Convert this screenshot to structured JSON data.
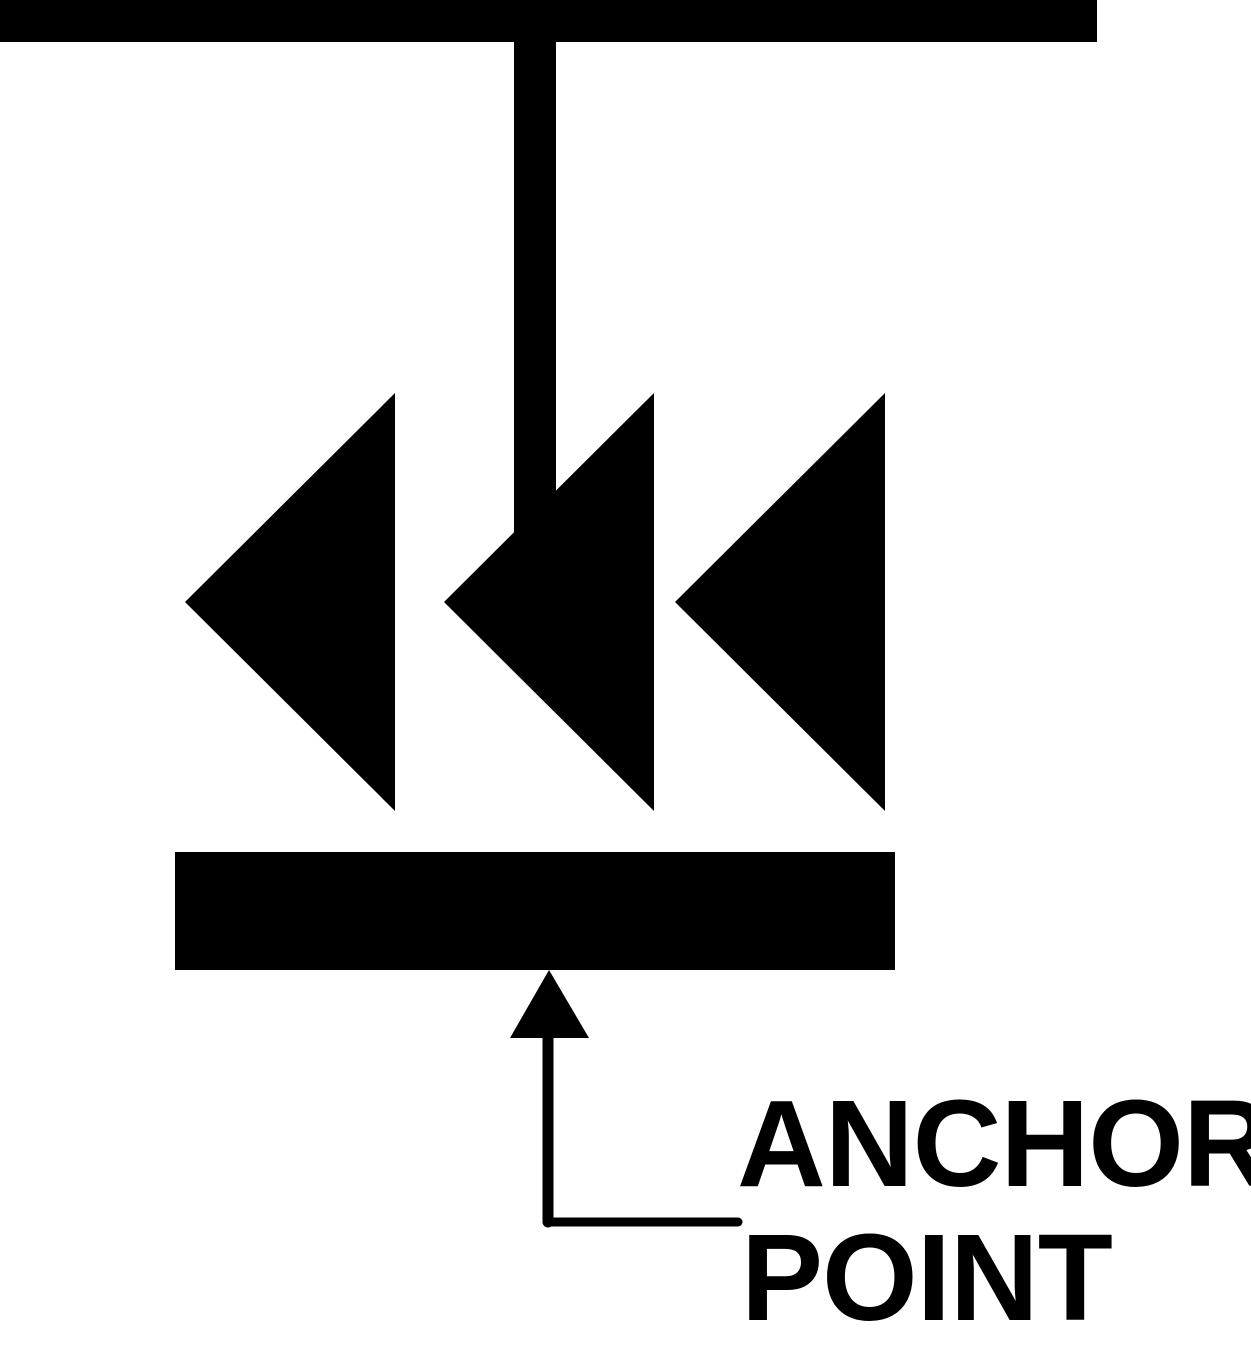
{
  "diagram": {
    "callout": {
      "line1": "ANCHOR",
      "line2": "POINT"
    },
    "colors": {
      "ink": "#000000",
      "background": "#ffffff"
    },
    "shapes": {
      "top_bar": "horizontal-bar",
      "stem": "vertical-stem",
      "arrows": [
        "left-triangle",
        "left-triangle",
        "left-triangle"
      ],
      "base_bar": "horizontal-block",
      "pointer": "up-arrow-leader"
    }
  }
}
